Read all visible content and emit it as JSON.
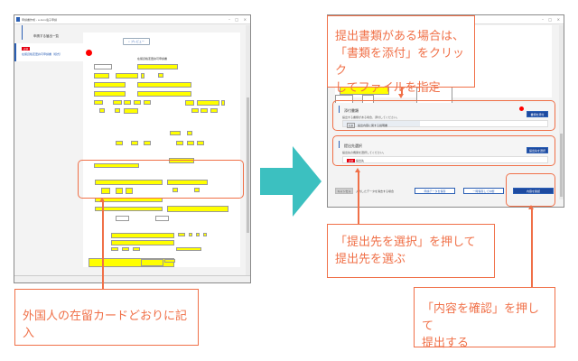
{
  "left_window": {
    "title": "申請書作成 - e-Gov電子申請",
    "sidebar_title": "申請する届出一覧",
    "sidebar_item_badge": "必須",
    "sidebar_item_label": "在留資格変更許可申請書（様式）",
    "preview_label": "プレビュー",
    "form_title": "在留資格変更許可申請書"
  },
  "right_window": {
    "attach_section": {
      "title": "添付書類",
      "description": "提出する書類がある場合、添付してください。",
      "row_tag": "任意",
      "row_label": "提出内容に関する説明書",
      "button": "書類を添付"
    },
    "dest_section": {
      "title": "提出先選択",
      "description": "提出先の機関を選択してください。",
      "button": "提出先を選択",
      "row_tag": "必須",
      "row_label": "提出先"
    },
    "footer": {
      "cancel": "キャンセル",
      "cancel_note": "入力したデータを消去する場合",
      "save": "申請データを保存",
      "suspend": "一時保存して中断",
      "confirm": "内容を確認"
    }
  },
  "callouts": {
    "attach": [
      "提出書類がある場合は、",
      "「書類を添付」をクリック",
      "してファイルを指定"
    ],
    "destination": [
      "「提出先を選択」を押して",
      "提出先を選ぶ"
    ],
    "confirm": [
      "「内容を確認」を押して",
      "提出する"
    ],
    "residence_card": "外国人の在留カードどおりに記入"
  },
  "colors": {
    "accent": "#f07048",
    "arrow": "#3cc0c0",
    "primary": "#1d4aa0",
    "highlight": "#ffff00"
  }
}
